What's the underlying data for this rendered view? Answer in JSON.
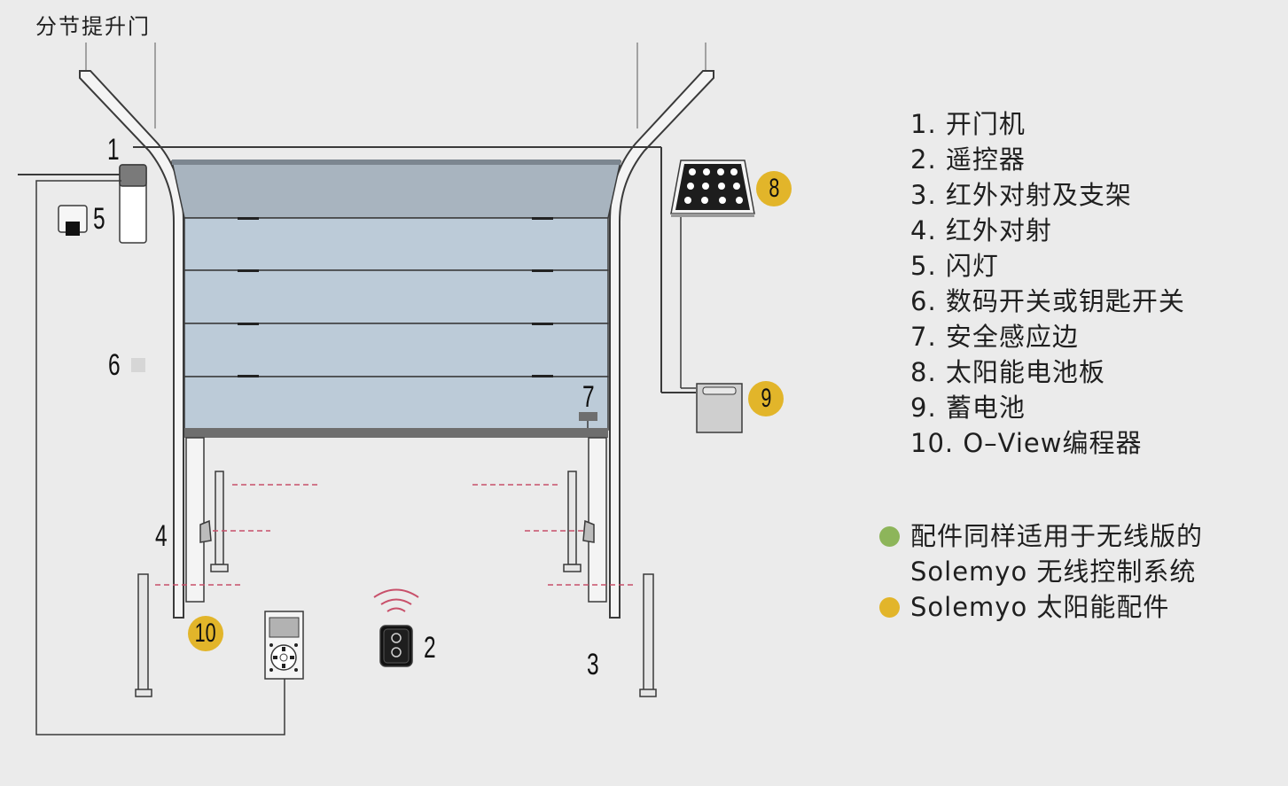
{
  "title": "分节提升门",
  "callouts": {
    "c1": "1",
    "c2": "2",
    "c3": "3",
    "c4": "4",
    "c5": "5",
    "c6": "6",
    "c7": "7",
    "c8": "8",
    "c9": "9",
    "c10": "10"
  },
  "legend": [
    "1. 开门机",
    "2. 遥控器",
    "3. 红外对射及支架",
    "4. 红外对射",
    "5. 闪灯",
    "6. 数码开关或钥匙开关",
    "7. 安全感应边",
    "8. 太阳能电池板",
    "9. 蓄电池",
    "10. O–View编程器"
  ],
  "notes": {
    "wireless_line1": "配件同样适用于无线版的",
    "wireless_line2": "Solemyo 无线控制系统",
    "solar": "Solemyo 太阳能配件"
  },
  "colors": {
    "background": "#ebebeb",
    "door_panel": "#bccbd8",
    "door_top": "#a8b4bf",
    "wireless_green": "#8db55a",
    "solar_yellow": "#e2b52a",
    "beam_red": "#c8506a"
  }
}
